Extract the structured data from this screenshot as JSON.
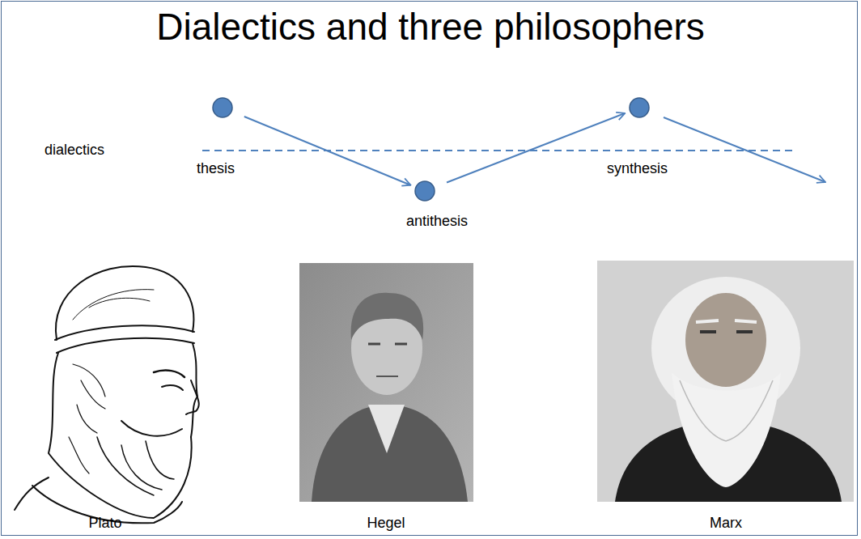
{
  "diagram": {
    "title": "Dialectics and three philosophers",
    "nodes": [
      {
        "text": [
          "thesis"
        ]
      },
      {
        "text": [
          "antithesis"
        ]
      },
      {
        "text": [
          "synthesis"
        ]
      }
    ],
    "edges": [
      {
        "from": 0,
        "to": 1,
        "arrow": "to"
      },
      {
        "from": 1,
        "to": 2,
        "arrow": "to"
      }
    ],
    "labels": [
      "dialectics",
      "Plato",
      "Hegel",
      "Marx"
    ]
  }
}
